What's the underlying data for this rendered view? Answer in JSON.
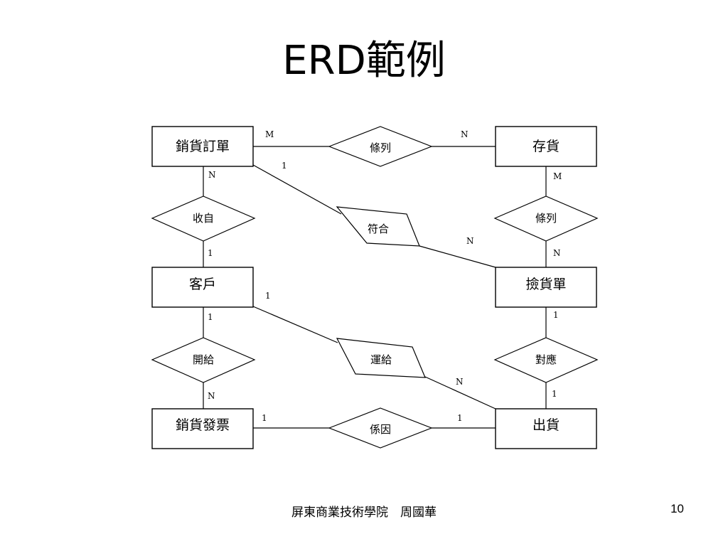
{
  "slide": {
    "title": "ERD範例",
    "footer": "屏東商業技術學院　周國華",
    "page_number": "10"
  },
  "diagram": {
    "entities": {
      "sales_order": "銷貨訂單",
      "inventory": "存貨",
      "customer": "客戶",
      "picking_list": "撿貨單",
      "sales_invoice": "銷貨發票",
      "shipment": "出貨"
    },
    "relationships": {
      "line_item_top": "條列",
      "line_item_right": "條列",
      "received_from": "收自",
      "matches": "符合",
      "issued_to": "開給",
      "shipped_to": "運給",
      "corresponds": "對應",
      "caused_by": "係因"
    },
    "cardinalities": {
      "order_lineitem": "M",
      "lineitem_inventory": "N",
      "order_receivedfrom": "N",
      "receivedfrom_customer": "1",
      "order_matches": "1",
      "matches_picking": "N",
      "inventory_lineitem": "M",
      "lineitem_picking": "N",
      "customer_shippedto": "1",
      "customer_issuedto": "1",
      "issuedto_invoice": "N",
      "shippedto_shipment": "N",
      "picking_corresponds": "1",
      "corresponds_shipment": "1",
      "invoice_causedby": "1",
      "causedby_shipment": "1"
    }
  }
}
